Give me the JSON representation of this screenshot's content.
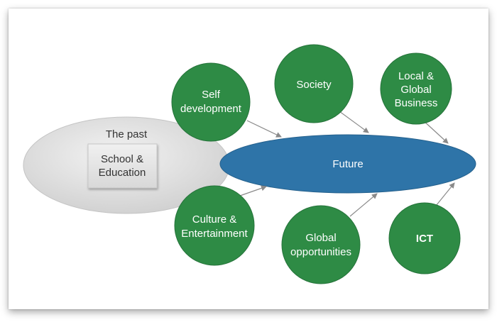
{
  "past": {
    "title": "The past",
    "box_line1": "School &",
    "box_line2": "Education"
  },
  "future": {
    "label": "Future"
  },
  "nodes": {
    "self_development": {
      "line1": "Self",
      "line2": "development"
    },
    "society": {
      "line1": "Society"
    },
    "local_global_business": {
      "line1": "Local &",
      "line2": "Global",
      "line3": "Business"
    },
    "culture_entertainment": {
      "line1": "Culture &",
      "line2": "Entertainment"
    },
    "global_opportunities": {
      "line1": "Global",
      "line2": "opportunities"
    },
    "ict": {
      "line1": "ICT"
    }
  },
  "colors": {
    "node_green": "#2e8b45",
    "future_blue": "#2e74a8",
    "past_gray": "#d4d4d4",
    "box_gray": "#e2e2e2",
    "arrow": "#8a8a8a"
  }
}
